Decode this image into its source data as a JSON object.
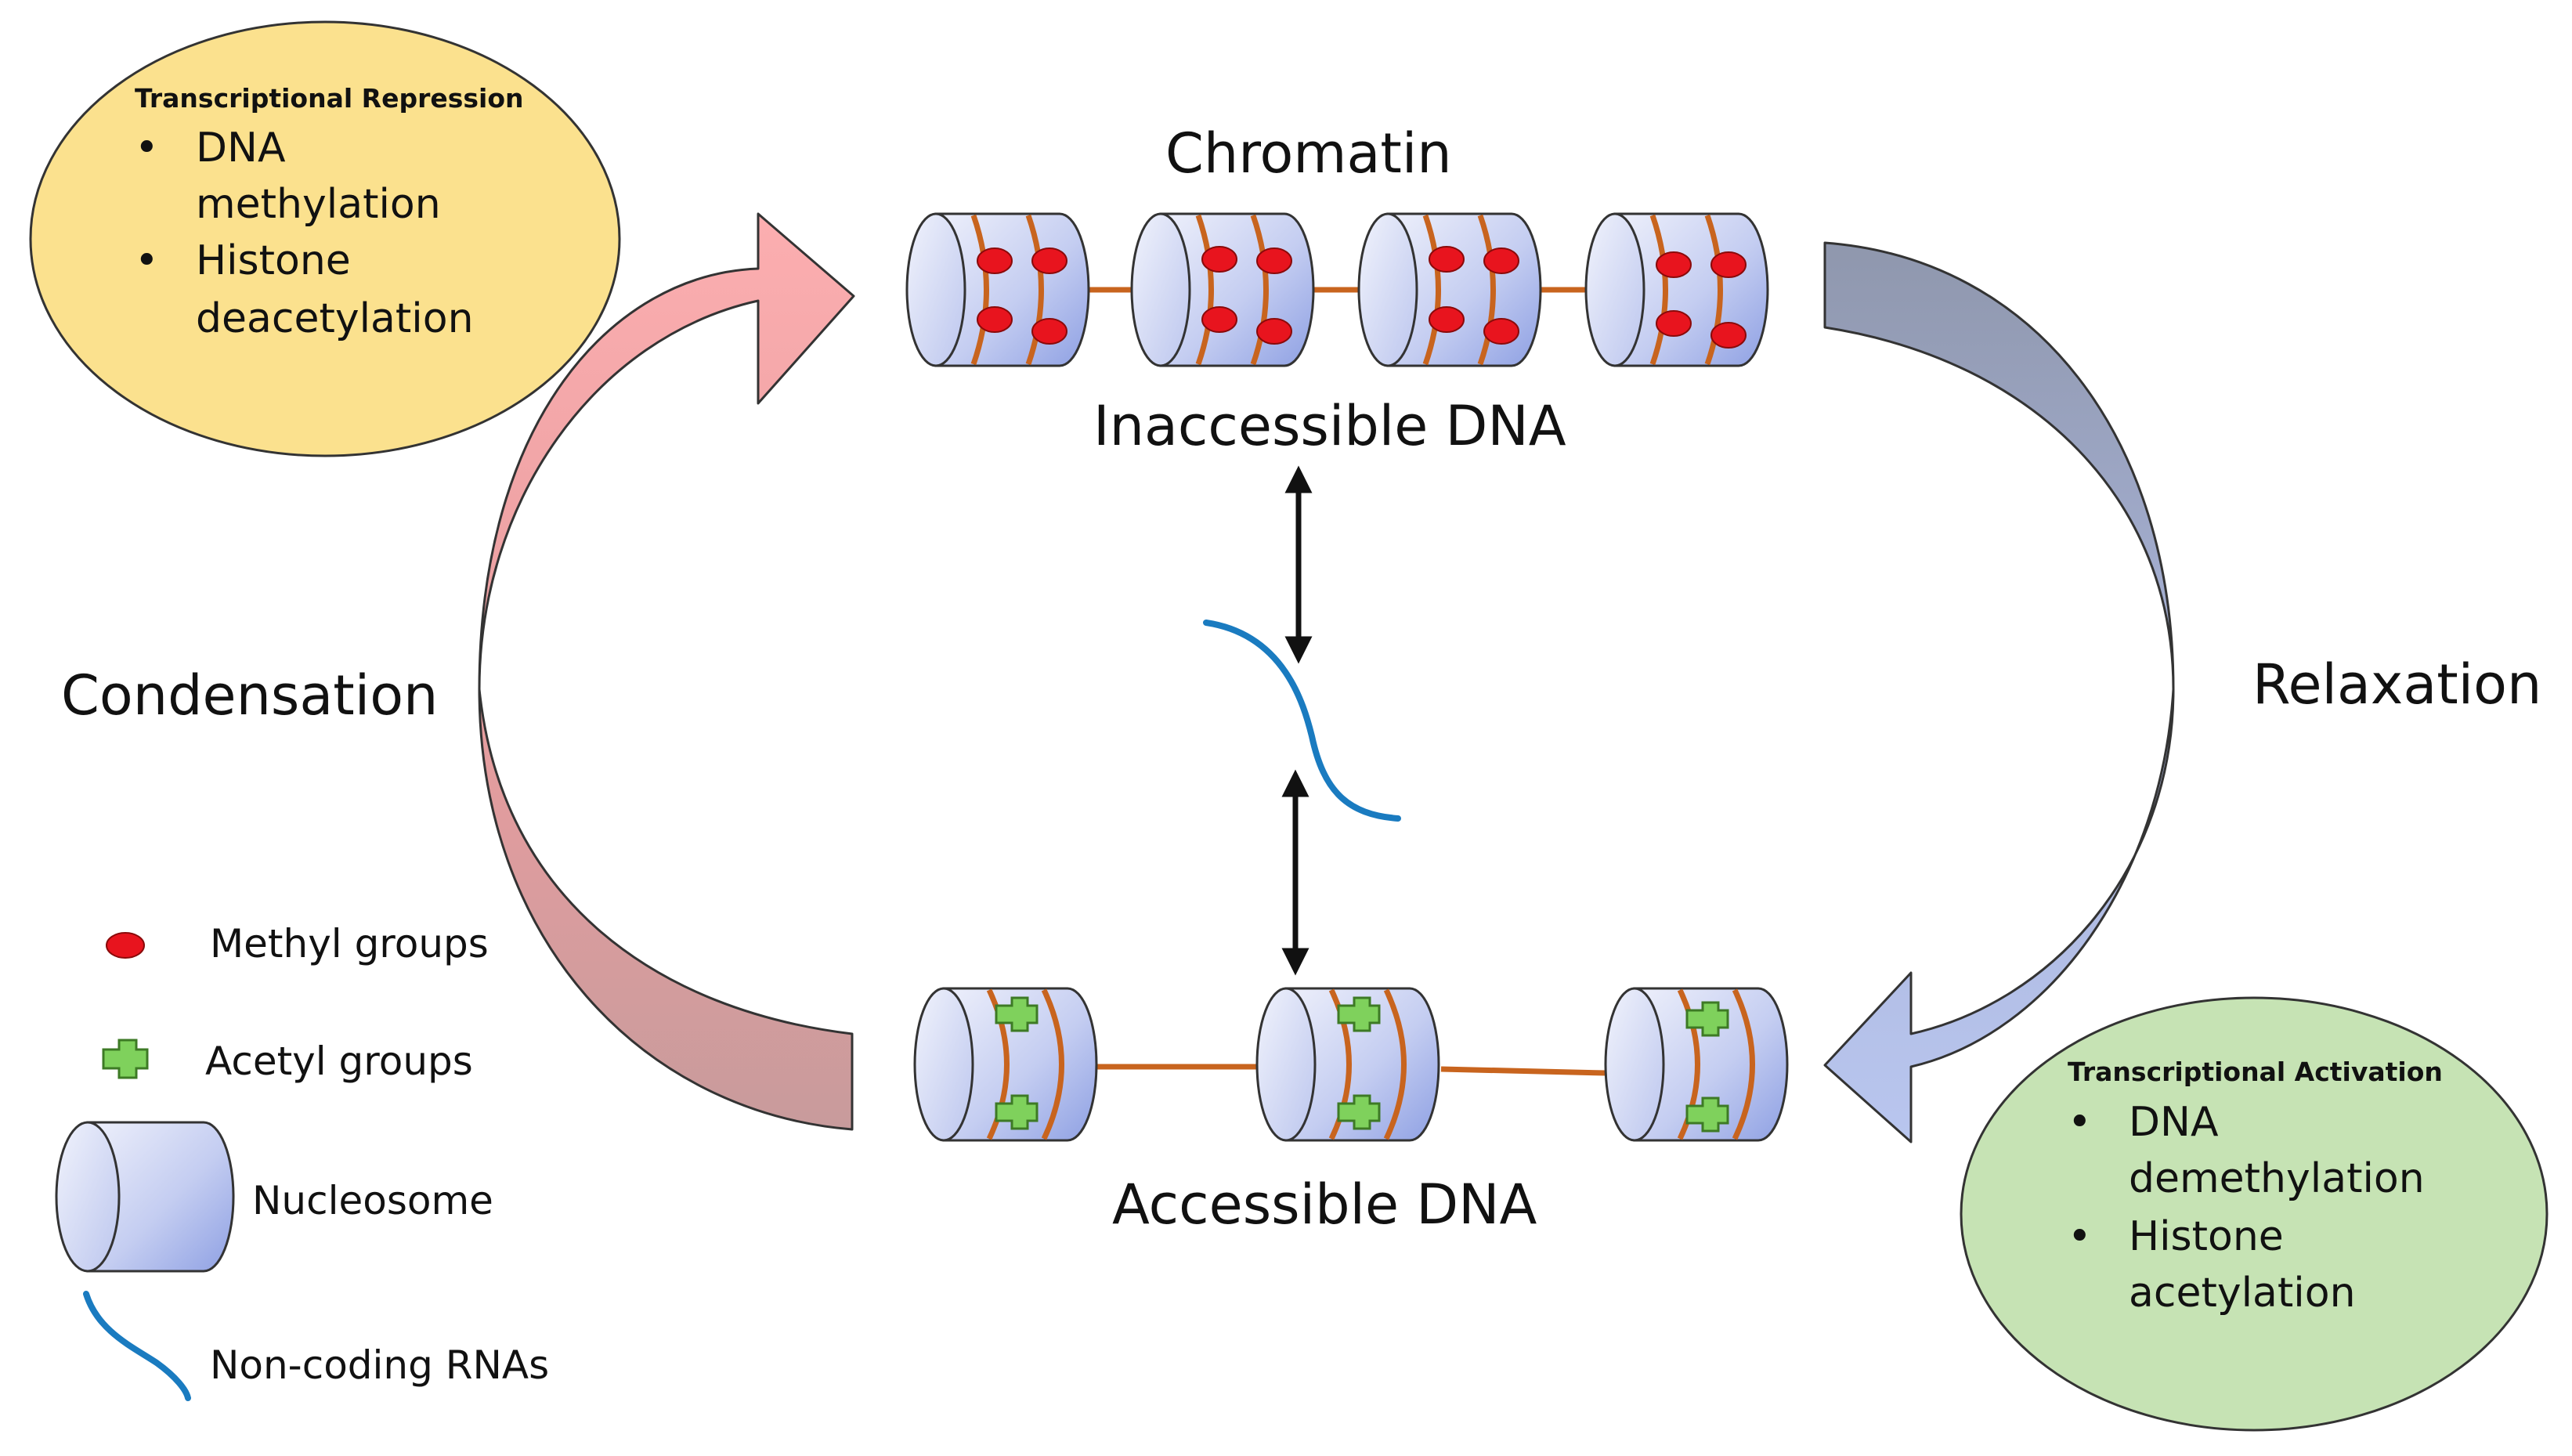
{
  "labels": {
    "chromatin": "Chromatin",
    "inaccessible": "Inaccessible DNA",
    "accessible": "Accessible DNA",
    "condensation": "Condensation",
    "relaxation": "Relaxation"
  },
  "repression": {
    "title": "Transcriptional Repression",
    "items": [
      {
        "line1": "DNA",
        "line2": "methylation"
      },
      {
        "line1": "Histone",
        "line2": "deacetylation"
      }
    ],
    "fill": "#fbe18e"
  },
  "activation": {
    "title": "Transcriptional Activation",
    "items": [
      {
        "line1": "DNA",
        "line2": "demethylation"
      },
      {
        "line1": "Histone",
        "line2": "acetylation"
      }
    ],
    "fill": "#c6e3b4"
  },
  "legend": {
    "methyl": "Methyl groups",
    "acetyl": "Acetyl groups",
    "nucleosome": "Nucleosome",
    "rna": "Non-coding RNAs"
  },
  "bullet": "•",
  "colors": {
    "methyl": "#e8141e",
    "acetyl": "#7fd15c",
    "dna_strand": "#c8641e",
    "rna": "#1a7bc0",
    "condensation_arrow": "#f4a8ab",
    "relaxation_arrow": "#aab4d6"
  }
}
